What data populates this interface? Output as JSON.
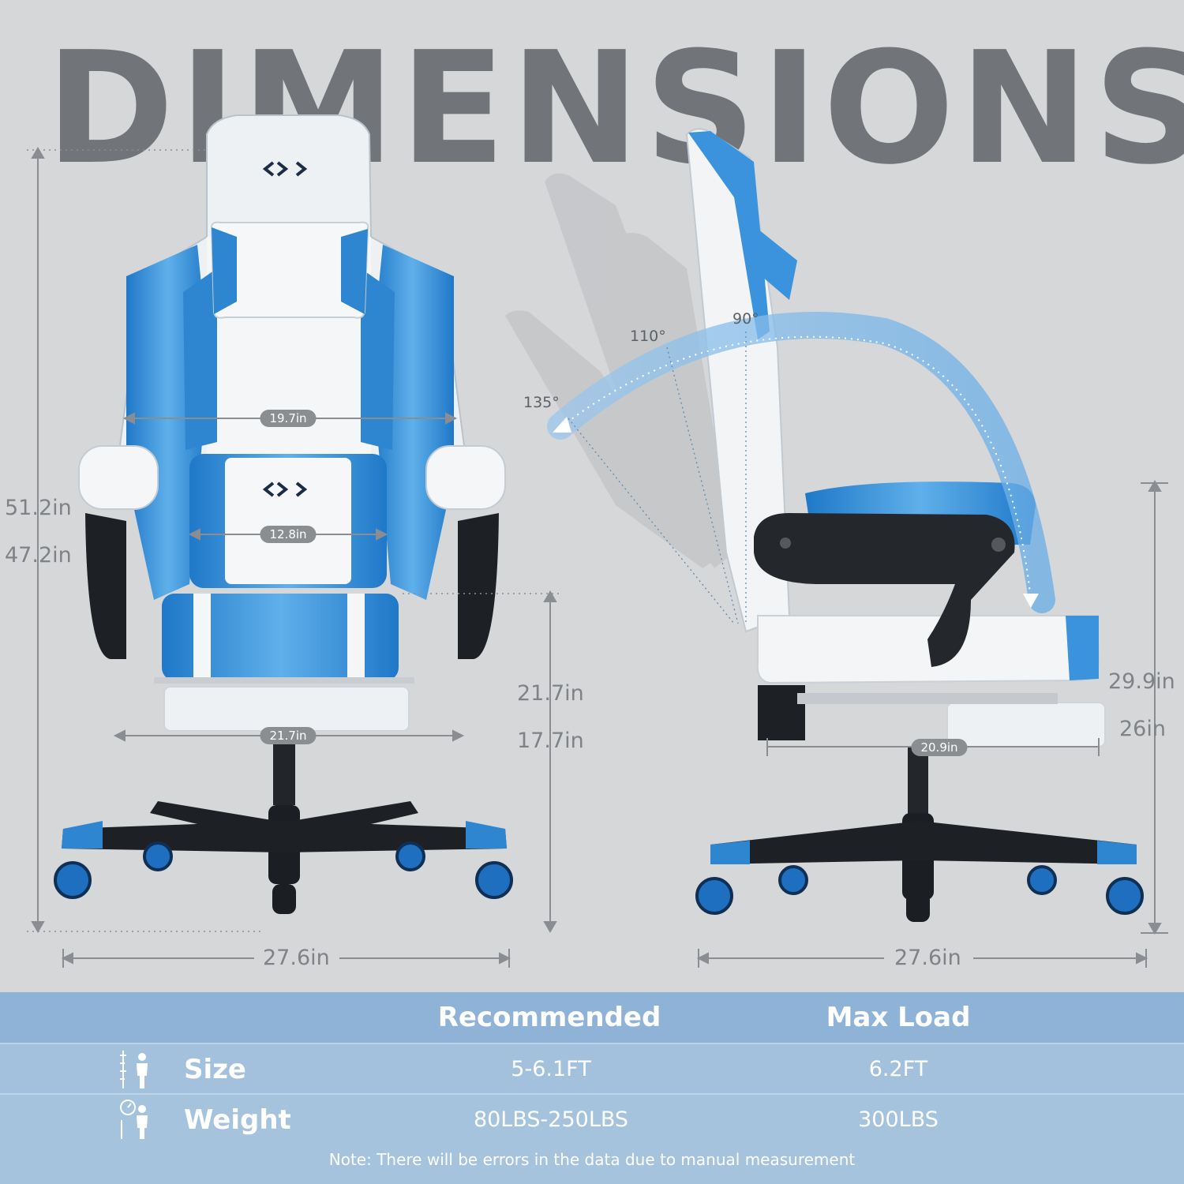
{
  "headline": "DIMENSIONS",
  "front_view": {
    "total_height_max": "51.2in",
    "total_height_min": "47.2in",
    "backrest_width": "19.7in",
    "lumbar_width": "12.8in",
    "seat_width": "21.7in",
    "seat_height_max": "21.7in",
    "seat_height_min": "17.7in",
    "base_width": "27.6in"
  },
  "side_view": {
    "recline_angles": [
      "90°",
      "110°",
      "135°"
    ],
    "armrest_height_max": "29.9in",
    "armrest_height_min": "26in",
    "seat_depth": "20.9in",
    "base_width": "27.6in"
  },
  "table": {
    "columns": [
      "Recommended",
      "Max Load"
    ],
    "rows": [
      {
        "label": "Size",
        "icon": "height-person-icon",
        "recommended": "5-6.1FT",
        "max_load": "6.2FT"
      },
      {
        "label": "Weight",
        "icon": "scale-person-icon",
        "recommended": "80LBS-250LBS",
        "max_load": "300LBS"
      }
    ],
    "note": "Note: There will be errors in the data due to manual measurement"
  },
  "colors": {
    "accent_blue": "#3b8fd6",
    "chair_white": "#f4f6f8",
    "background": "#d6d7d9",
    "table_header": "#8fb3d6"
  }
}
